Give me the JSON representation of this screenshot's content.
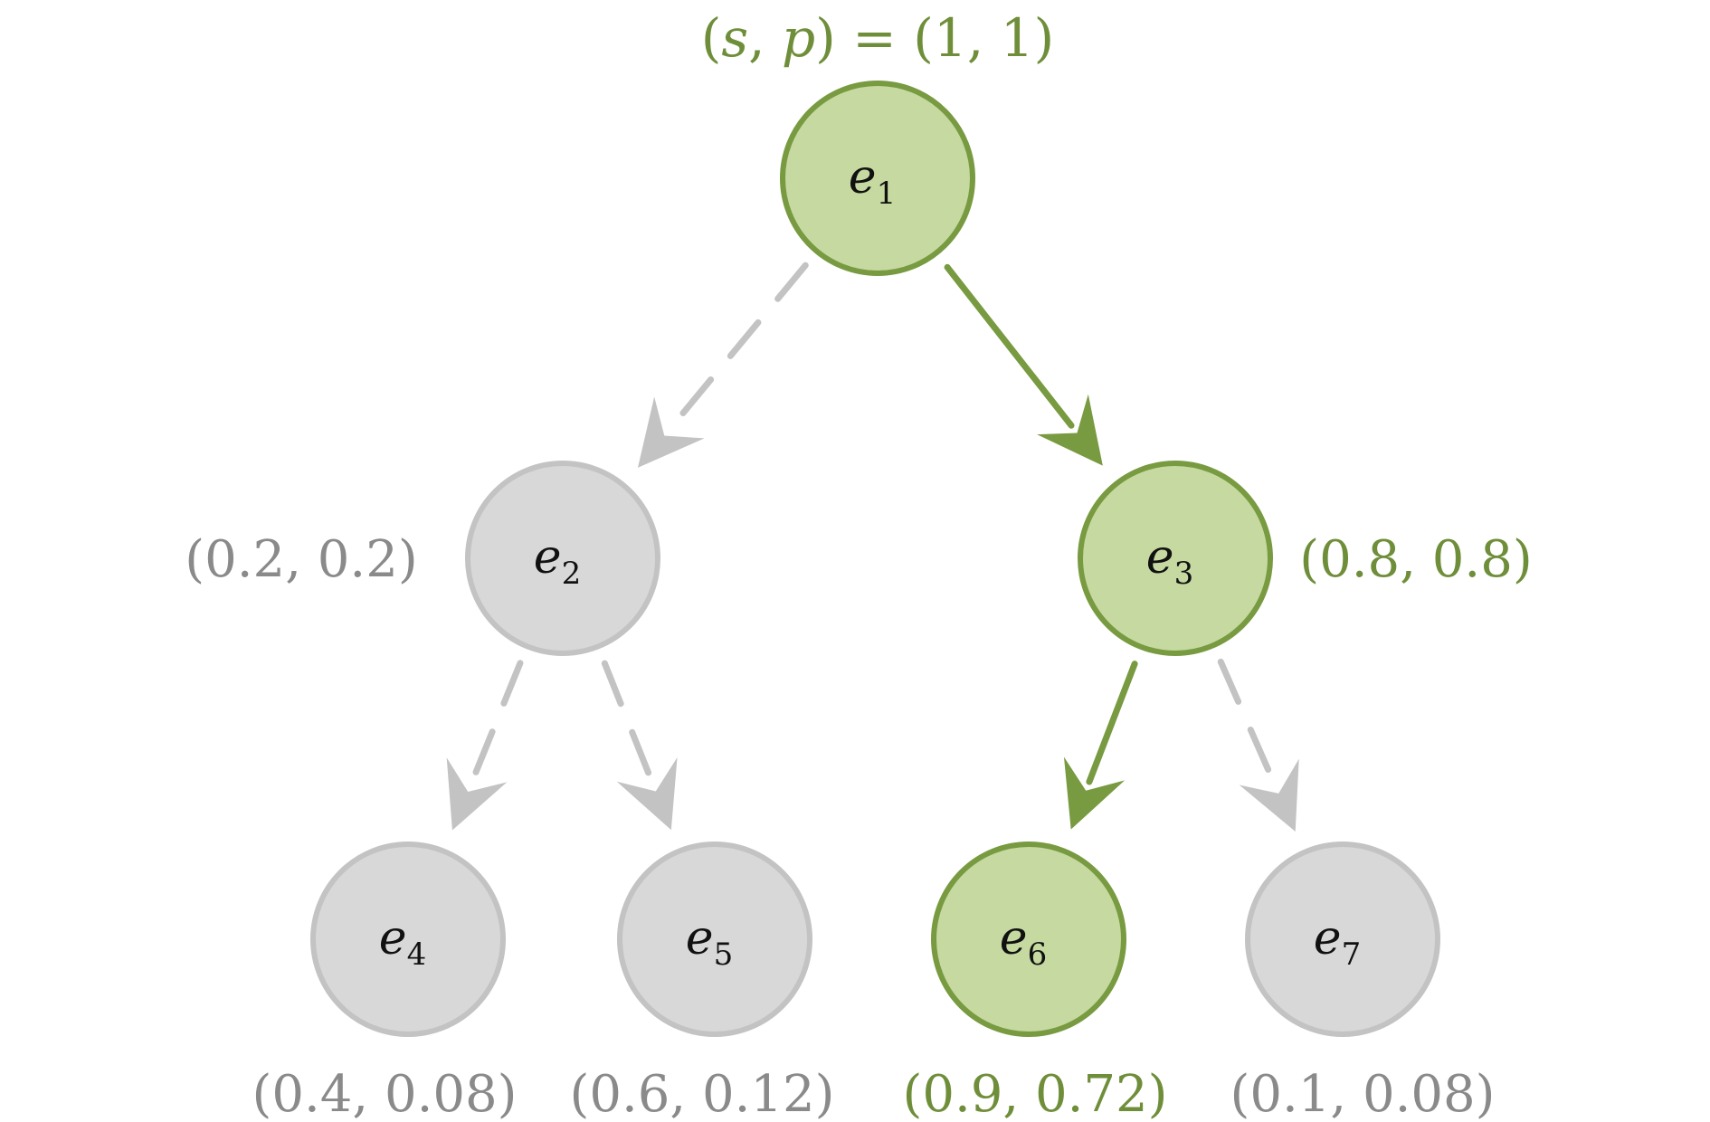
{
  "colors": {
    "selected_fill": "#c5d9a0",
    "selected_stroke": "#789a40",
    "selected_text": "#6f8e3a",
    "unselected_fill": "#d8d8d8",
    "unselected_stroke": "#c3c3c3",
    "unselected_text": "#8a8a8a",
    "unselected_edge": "#c3c3c3"
  },
  "root_label": {
    "open": "(",
    "var_s": "s",
    "comma": ", ",
    "var_p": "p",
    "close": ")",
    "equals": " = ",
    "value": "(1, 1)"
  },
  "nodes": [
    {
      "id": "e1",
      "letter": "e",
      "sub": "1",
      "selected": true,
      "value": ""
    },
    {
      "id": "e2",
      "letter": "e",
      "sub": "2",
      "selected": false,
      "value": "(0.2, 0.2)"
    },
    {
      "id": "e3",
      "letter": "e",
      "sub": "3",
      "selected": true,
      "value": "(0.8, 0.8)"
    },
    {
      "id": "e4",
      "letter": "e",
      "sub": "4",
      "selected": false,
      "value": "(0.4, 0.08)"
    },
    {
      "id": "e5",
      "letter": "e",
      "sub": "5",
      "selected": false,
      "value": "(0.6, 0.12)"
    },
    {
      "id": "e6",
      "letter": "e",
      "sub": "6",
      "selected": true,
      "value": "(0.9, 0.72)"
    },
    {
      "id": "e7",
      "letter": "e",
      "sub": "7",
      "selected": false,
      "value": "(0.1, 0.08)"
    }
  ],
  "edges": [
    {
      "from": "e1",
      "to": "e2",
      "selected": false
    },
    {
      "from": "e1",
      "to": "e3",
      "selected": true
    },
    {
      "from": "e2",
      "to": "e4",
      "selected": false
    },
    {
      "from": "e2",
      "to": "e5",
      "selected": false
    },
    {
      "from": "e3",
      "to": "e6",
      "selected": true
    },
    {
      "from": "e3",
      "to": "e7",
      "selected": false
    }
  ]
}
